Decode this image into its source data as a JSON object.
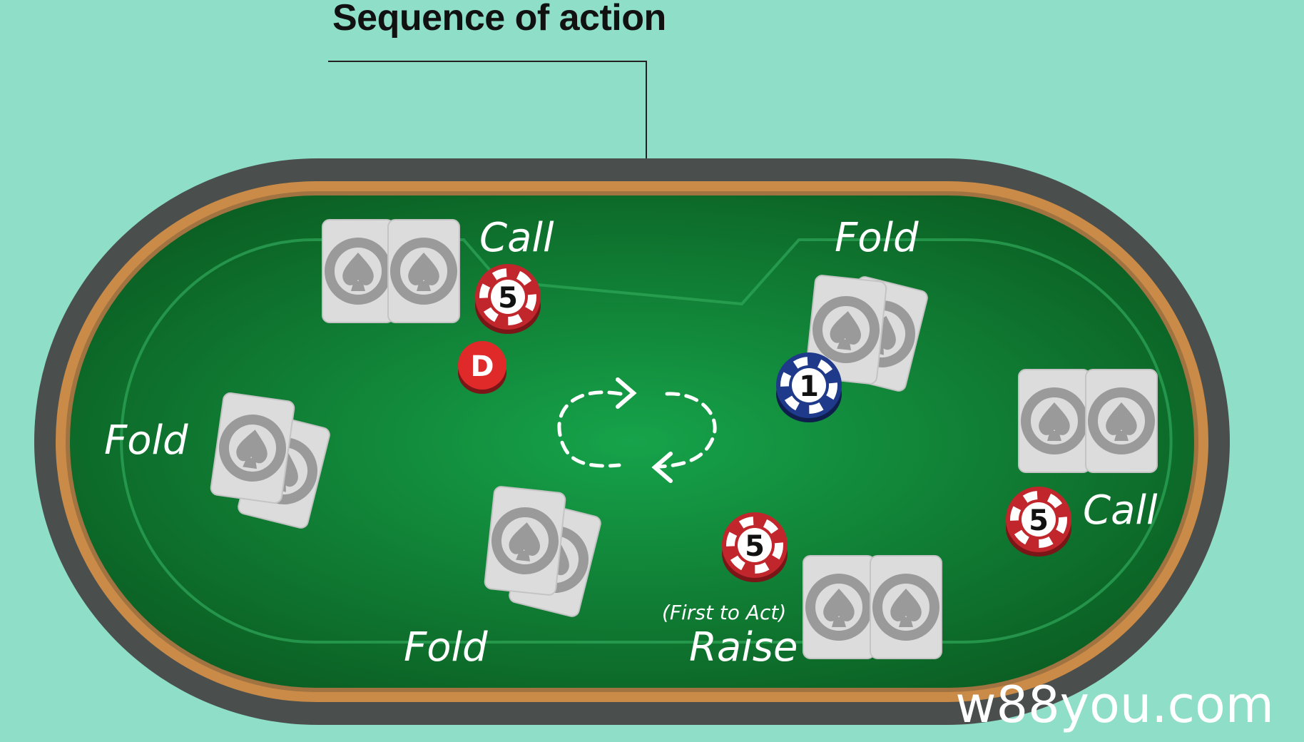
{
  "title": "Sequence of action",
  "colors": {
    "background": "#8edec8",
    "table_rail": "#4a4e4c",
    "table_trim": "#c98b47",
    "felt_center": "#16a34a",
    "felt_edge": "#0b5e22",
    "chip_red": "#c0262b",
    "chip_blue": "#1f3a8a",
    "card": "#dcdcdc"
  },
  "actions": {
    "top_left": "Call",
    "top_right": "Fold",
    "left": "Fold",
    "bottom_left": "Fold",
    "first_to_act_note": "(First to Act)",
    "bottom_right": "Raise",
    "right": "Call"
  },
  "chips": {
    "top_left": "5",
    "top_right": "1",
    "bottom_right": "5",
    "right": "5"
  },
  "dealer_button": "D",
  "watermark": "w88you.com",
  "icons": [
    "card-back-icon",
    "rotation-arrows-icon",
    "dealer-button-icon",
    "poker-chip-icon"
  ]
}
